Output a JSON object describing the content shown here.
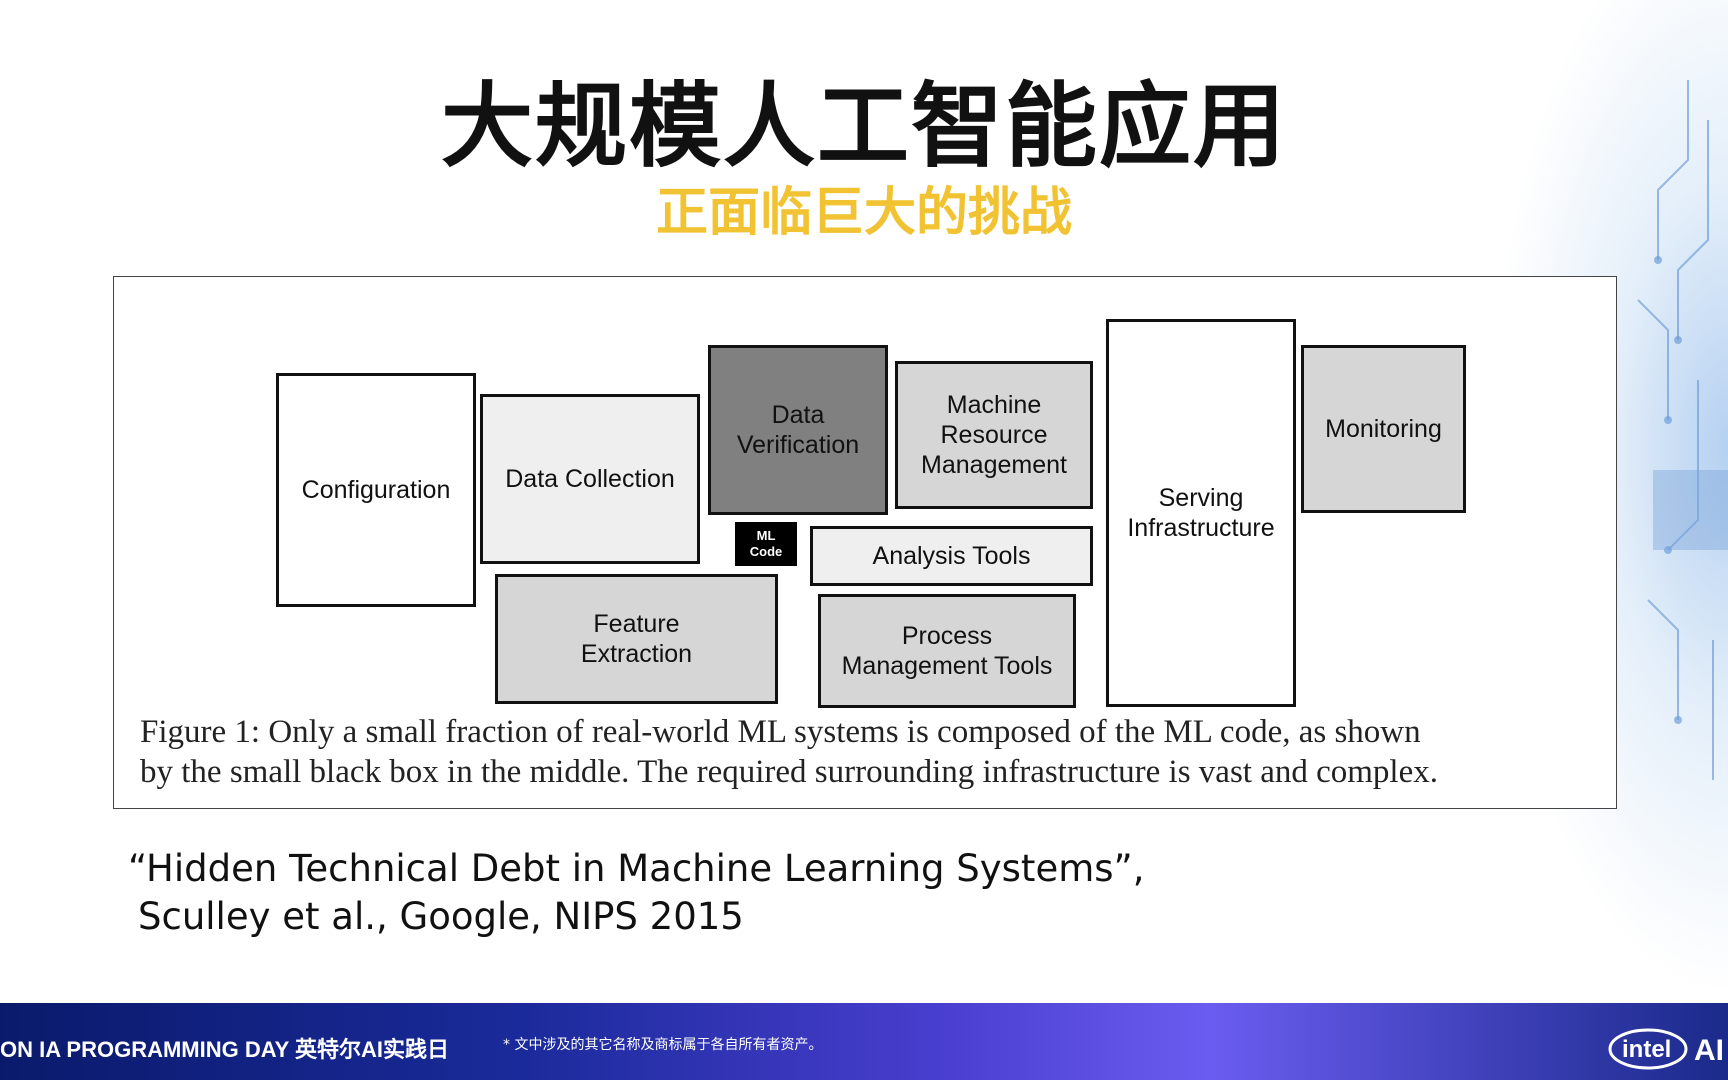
{
  "slide": {
    "title": "大规模人工智能应用",
    "subtitle": "正面临巨大的挑战"
  },
  "figure": {
    "boxes": [
      {
        "id": "configuration",
        "label": "Configuration"
      },
      {
        "id": "data-collection",
        "label": "Data Collection"
      },
      {
        "id": "data-verification",
        "label": "Data\nVerification"
      },
      {
        "id": "machine-resource-management",
        "label": "Machine\nResource\nManagement"
      },
      {
        "id": "serving-infrastructure",
        "label": "Serving\nInfrastructure"
      },
      {
        "id": "monitoring",
        "label": "Monitoring"
      },
      {
        "id": "ml-code",
        "label": "ML\nCode"
      },
      {
        "id": "analysis-tools",
        "label": "Analysis Tools"
      },
      {
        "id": "feature-extraction",
        "label": "Feature\nExtraction"
      },
      {
        "id": "process-management-tools",
        "label": "Process\nManagement Tools"
      }
    ],
    "caption_line1": "Figure 1: Only a small fraction of real-world ML systems is composed of the ML code, as shown",
    "caption_line2": "by the small black box in the middle. The required surrounding infrastructure is vast and complex."
  },
  "citation": {
    "line1": "“Hidden Technical Debt in Machine Learning Systems”,",
    "line2": "Sculley et al., Google, NIPS 2015"
  },
  "footer": {
    "event": "ON IA PROGRAMMING DAY  英特尔AI实践日",
    "note": "* 文中涉及的其它名称及商标属于各自所有者资产。",
    "logo_text": "intel",
    "logo_suffix": "AI"
  },
  "colors": {
    "subtitle": "#f1c232",
    "ml_code": "#000000",
    "data_verification": "#808080",
    "light_gray": "#d6d6d6",
    "very_light_gray": "#efefef",
    "footer_dark": "#0a1a6b",
    "footer_bright": "#6a5cf0"
  }
}
